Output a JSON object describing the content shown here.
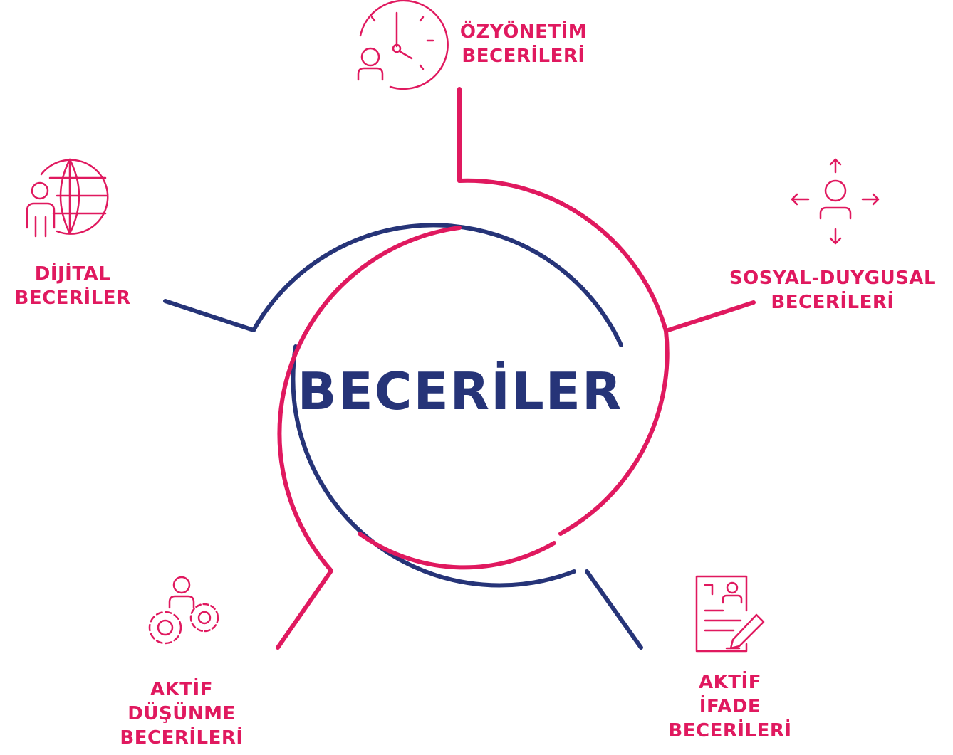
{
  "colors": {
    "magenta": "#E0195F",
    "navy": "#263478"
  },
  "center": {
    "title": "BECERİLER"
  },
  "categories": [
    {
      "id": "ozyonetim",
      "icon": "clock-person-icon",
      "lines": [
        "ÖZYÖNETİM",
        "BECERİLERİ"
      ]
    },
    {
      "id": "sosyal",
      "icon": "person-arrows-icon",
      "lines": [
        "SOSYAL-DUYGUSAL",
        "BECERİLERİ"
      ]
    },
    {
      "id": "ifade",
      "icon": "document-pen-icon",
      "lines": [
        "AKTİF",
        "İFADE",
        "BECERİLERİ"
      ]
    },
    {
      "id": "dusunme",
      "icon": "person-gears-icon",
      "lines": [
        "AKTİF",
        "DÜŞÜNME",
        "BECERİLERİ"
      ]
    },
    {
      "id": "dijital",
      "icon": "globe-person-icon",
      "lines": [
        "DİJİTAL",
        "BECERİLER"
      ]
    }
  ]
}
